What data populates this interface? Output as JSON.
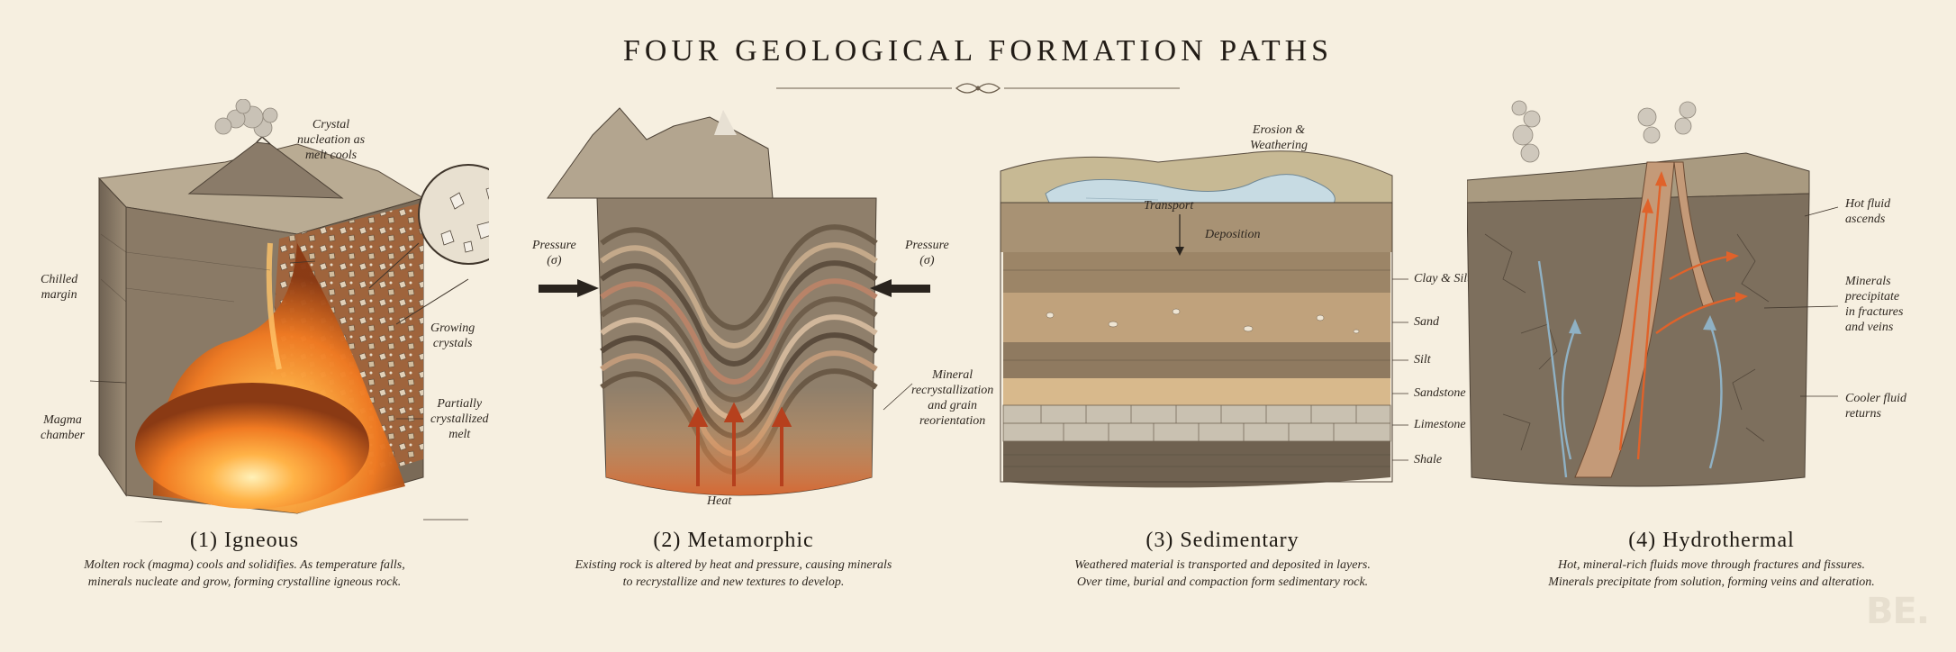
{
  "title": "FOUR GEOLOGICAL FORMATION PATHS",
  "colors": {
    "background": "#f6efe0",
    "magma": "#f07a22",
    "rock": "#8a7a66",
    "water": "#c7dbe3",
    "hot_fluid": "#e0622a",
    "cool_fluid": "#8fb1c4"
  },
  "panels": [
    {
      "title": "(1) Igneous",
      "description": [
        "Molten rock (magma) cools and solidifies. As temperature falls,",
        "minerals nucleate and grow, forming crystalline igneous rock."
      ],
      "labels": {
        "nucleation": [
          "Crystal",
          "nucleation as",
          "melt cools"
        ],
        "chilled_margin": [
          "Chilled",
          "margin"
        ],
        "growing_crystals": [
          "Growing",
          "crystals"
        ],
        "magma_chamber": [
          "Magma",
          "chamber"
        ],
        "partially_crystallized": [
          "Partially",
          "crystallized",
          "melt"
        ]
      }
    },
    {
      "title": "(2) Metamorphic",
      "description": [
        "Existing rock is altered by heat and pressure, causing minerals",
        "to recrystallize and new textures to develop."
      ],
      "labels": {
        "pressure_left": [
          "Pressure",
          "(σ)"
        ],
        "pressure_right": [
          "Pressure",
          "(σ)"
        ],
        "recrystallization": [
          "Mineral",
          "recrystallization",
          "and grain",
          "reorientation"
        ],
        "heat": "Heat"
      }
    },
    {
      "title": "(3) Sedimentary",
      "description": [
        "Weathered material is transported and deposited in layers.",
        "Over time, burial and compaction form sedimentary rock."
      ],
      "labels": {
        "erosion": [
          "Erosion &",
          "Weathering"
        ],
        "transport": "Transport",
        "deposition": "Deposition",
        "layers": [
          "Clay & Silt",
          "Sand",
          "Silt",
          "Sandstone",
          "Limestone",
          "Shale"
        ]
      }
    },
    {
      "title": "(4) Hydrothermal",
      "description": [
        "Hot, mineral-rich fluids move through fractures and fissures.",
        "Minerals precipitate from solution, forming veins and alteration."
      ],
      "labels": {
        "hot_fluid": [
          "Hot fluid",
          "ascends"
        ],
        "minerals": [
          "Minerals",
          "precipitate",
          "in fractures",
          "and veins"
        ],
        "cooler_fluid": [
          "Cooler fluid",
          "returns"
        ]
      }
    }
  ],
  "watermark": "BE."
}
